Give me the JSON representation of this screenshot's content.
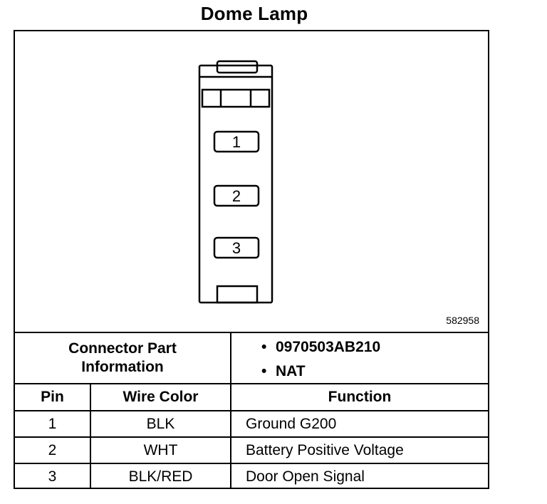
{
  "title": "Dome Lamp",
  "figure_ref": "582958",
  "connector": {
    "pins": [
      "1",
      "2",
      "3"
    ]
  },
  "part_info": {
    "label_line1": "Connector Part",
    "label_line2": "Information",
    "items": [
      "0970503AB210",
      "NAT"
    ]
  },
  "table": {
    "headers": [
      "Pin",
      "Wire Color",
      "Function"
    ],
    "rows": [
      {
        "pin": "1",
        "color": "BLK",
        "function": "Ground G200"
      },
      {
        "pin": "2",
        "color": "WHT",
        "function": "Battery Positive Voltage"
      },
      {
        "pin": "3",
        "color": "BLK/RED",
        "function": "Door Open Signal"
      }
    ]
  }
}
